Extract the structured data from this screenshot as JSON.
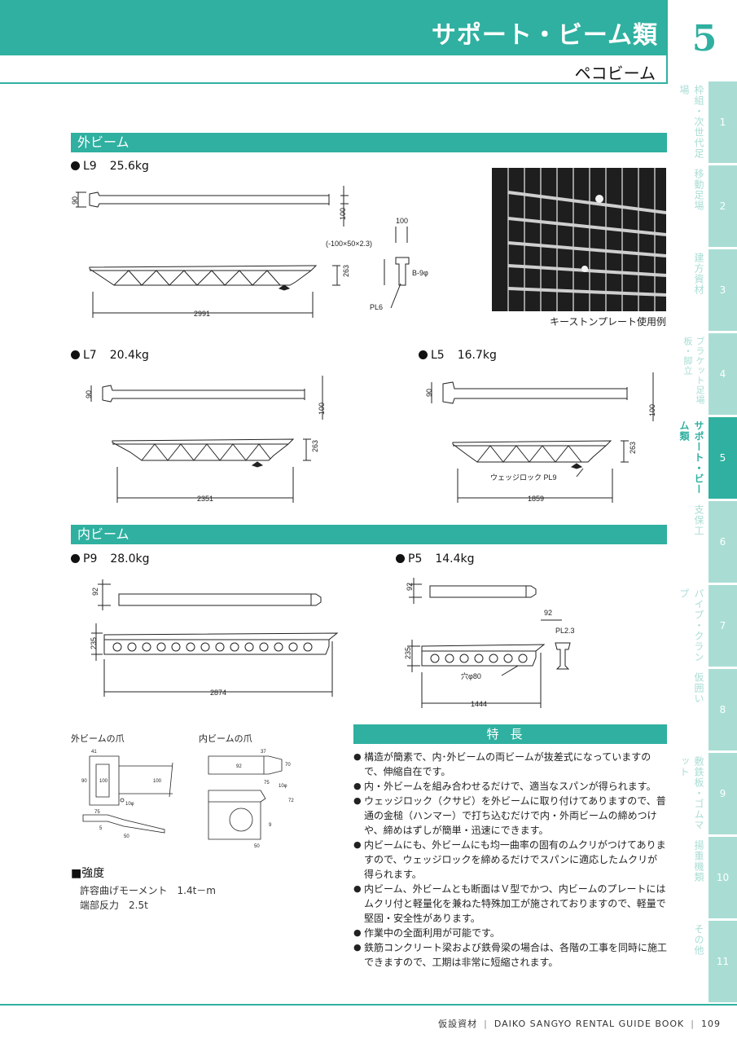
{
  "header": {
    "title": "サポート・ビーム類",
    "chapter": "5",
    "subtitle": "ペコビーム"
  },
  "side_tabs": [
    {
      "label": "枠組・次世代足場",
      "num": "1"
    },
    {
      "label": "移動足場",
      "num": "2"
    },
    {
      "label": "建方資材",
      "num": "3"
    },
    {
      "label": "ブラケット足場板・脚立",
      "num": "4"
    },
    {
      "label": "サポート・ビーム類",
      "num": "5"
    },
    {
      "label": "支保工",
      "num": "6"
    },
    {
      "label": "パイプ・クランプ",
      "num": "7"
    },
    {
      "label": "仮囲い",
      "num": "8"
    },
    {
      "label": "敷鉄板・ゴムマット",
      "num": "9"
    },
    {
      "label": "揚重機類",
      "num": "10"
    },
    {
      "label": "その他",
      "num": "11"
    }
  ],
  "outer_beam": {
    "title": "外ビーム",
    "l9": {
      "model": "L9",
      "weight": "25.6kg",
      "dims": {
        "h90": "90",
        "h100": "100",
        "h263": "263",
        "len": "2991",
        "w100": "100",
        "section": "(-100×50×2.3)",
        "bolt": "B-9φ",
        "plate": "PL6"
      }
    },
    "l7": {
      "model": "L7",
      "weight": "20.4kg",
      "dims": {
        "h90": "90",
        "h100": "100",
        "h263": "263",
        "len": "2351"
      }
    },
    "l5": {
      "model": "L5",
      "weight": "16.7kg",
      "dims": {
        "h90": "90",
        "h100": "100",
        "h263": "263",
        "len": "1859",
        "wedge": "ウェッジロック PL9"
      }
    },
    "photo_caption": "キーストンプレート使用例"
  },
  "inner_beam": {
    "title": "内ビーム",
    "p9": {
      "model": "P9",
      "weight": "28.0kg",
      "dims": {
        "h92": "92",
        "h235": "235",
        "len": "2874"
      }
    },
    "p5": {
      "model": "P5",
      "weight": "14.4kg",
      "dims": {
        "h92": "92",
        "h235": "235",
        "len": "1444",
        "w92": "92",
        "plate": "PL2.3",
        "hole": "穴φ80"
      }
    }
  },
  "claws": {
    "outer": "外ビームの爪",
    "inner": "内ビームの爪",
    "outer_dims": {
      "a": "41",
      "b": "90",
      "c": "100",
      "d": "100",
      "e": "10φ",
      "f": "75",
      "g": "5",
      "h": "50"
    },
    "inner_dims": {
      "a": "37",
      "b": "92",
      "c": "70",
      "d": "75",
      "e": "10φ",
      "f": "9",
      "g": "50",
      "h": "72"
    }
  },
  "strength": {
    "title": "強度",
    "moment": "許容曲げモーメント　1.4t－m",
    "reaction": "端部反力　2.5t"
  },
  "features": {
    "title": "特長",
    "items": [
      "構造が簡素で、内･外ビームの両ビームが抜差式になっていますので、伸縮自在です。",
      "内・外ビームを組み合わせるだけで、適当なスパンが得られます。",
      "ウェッジロック（クサビ）を外ビームに取り付けてありますので、普通の金槌（ハンマー）で打ち込むだけで内・外両ビームの締めつけや、締めはずしが簡単・迅速にできます。",
      "内ビームにも、外ビームにも均一曲率の固有のムクリがつけてありますので、ウェッジロックを締めるだけでスパンに適応したムクリが得られます。",
      "内ビーム、外ビームとも断面はＶ型でかつ、内ビームのプレートにはムクリ付と軽量化を兼ねた特殊加工が施されておりますので、軽量で堅固・安全性があります。",
      "作業中の全面利用が可能です。",
      "鉄筋コンクリート梁および鉄骨梁の場合は、各階の工事を同時に施工できますので、工期は非常に短縮されます。"
    ]
  },
  "footer": {
    "category": "仮設資材",
    "book": "DAIKO SANGYO RENTAL GUIDE BOOK",
    "page": "109"
  }
}
